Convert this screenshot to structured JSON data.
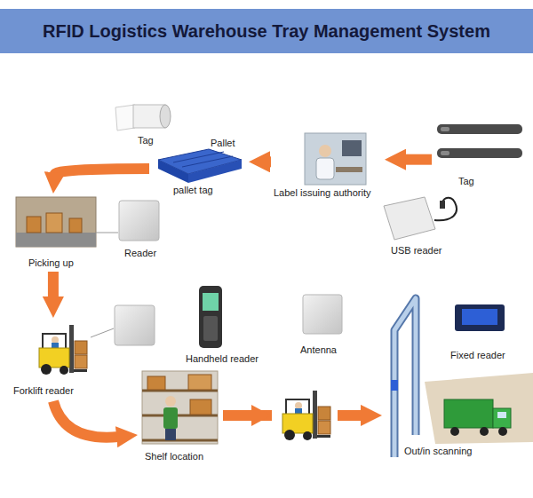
{
  "diagram": {
    "title": "RFID Logistics Warehouse Tray Management System",
    "nodes": [
      {
        "text": [
          "Tag"
        ]
      },
      {
        "text": [
          "Pallet",
          "pallet tag"
        ]
      },
      {
        "text": [
          "Label issuing authority"
        ]
      },
      {
        "text": [
          "Tag"
        ]
      },
      {
        "text": [
          "Picking up"
        ]
      },
      {
        "text": [
          "Reader"
        ]
      },
      {
        "text": [
          "USB reader"
        ]
      },
      {
        "text": [
          "Forklift reader"
        ]
      },
      {
        "text": [
          "Handheld reader"
        ]
      },
      {
        "text": [
          "Antenna"
        ]
      },
      {
        "text": [
          "Fixed reader"
        ]
      },
      {
        "text": [
          "Shelf location"
        ]
      },
      {
        "text": [
          "Out/in scanning"
        ]
      }
    ],
    "edges": [
      {
        "from": 3,
        "to": 2,
        "arrow": "to"
      },
      {
        "from": 2,
        "to": 1,
        "arrow": "to"
      },
      {
        "from": 1,
        "to": 4,
        "arrow": "to"
      },
      {
        "from": 4,
        "to": 7,
        "arrow": "to"
      },
      {
        "from": 7,
        "to": 11,
        "arrow": "to"
      },
      {
        "from": 11,
        "to": 12,
        "arrow": "to"
      }
    ]
  }
}
